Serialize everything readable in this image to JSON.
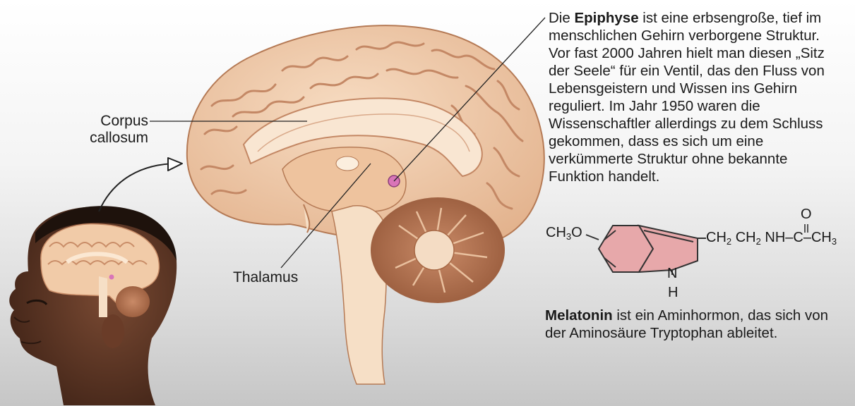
{
  "labels": {
    "corpus_line1": "Corpus",
    "corpus_line2": "callosum",
    "thalamus": "Thalamus"
  },
  "description": {
    "prefix": "Die ",
    "bold": "Epiphyse",
    "rest": " ist eine erbsengroße, tief im menschlichen Gehirn verborgene Struktur. Vor fast 2000 Jahren hielt man diesen „Sitz der Seele“ für ein Ventil, das den Fluss von Lebensgeistern und Wissen ins Gehirn reguliert. Im Jahr 1950 waren die Wissenschaftler allerdings zu dem Schluss gekommen, dass es sich um eine verkümmerte Struktur ohne bekannte Funktion handelt."
  },
  "caption": {
    "bold": "Melatonin",
    "rest": " ist ein Aminhormon, das sich von der Aminosäure Tryptophan ableitet."
  },
  "formula": {
    "methoxy": "CH",
    "methoxy_sub": "3",
    "methoxy_o": "O",
    "chain_ch2a": "CH",
    "chain_ch2b": "CH",
    "sub2": "2",
    "chain_nh": "NH",
    "dash": "–",
    "carbonyl_c": "C",
    "methyl": "CH",
    "methyl_sub": "3",
    "oxygen": "O",
    "ring_n": "N",
    "ring_h": "H"
  },
  "colors": {
    "brain": "#f2cfae",
    "brain_fold": "#c98d68",
    "pineal": "#d975b8",
    "ring_fill": "#e7a8aa",
    "skin": "#5a3424"
  }
}
